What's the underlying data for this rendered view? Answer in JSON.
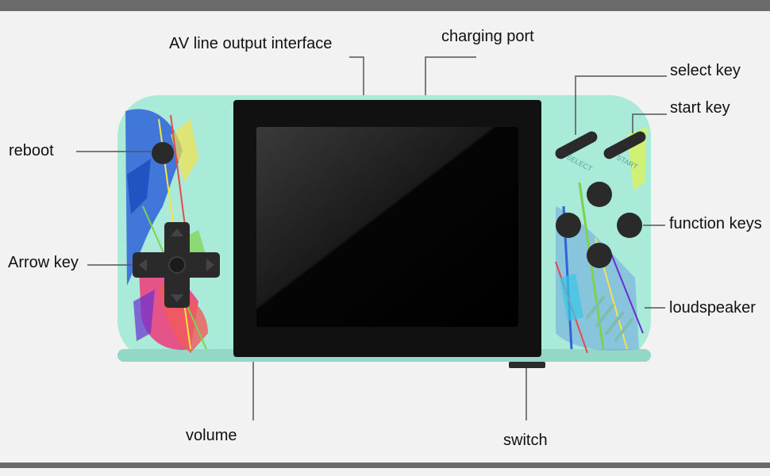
{
  "labels": {
    "av_line": "AV line output interface",
    "charging_port": "charging port",
    "select_key": "select key",
    "start_key": "start key",
    "reboot": "reboot",
    "arrow_key": "Arrow key",
    "function_keys": "function keys",
    "loudspeaker": "loudspeaker",
    "volume": "volume",
    "switch": "switch"
  },
  "device": {
    "select_print": "SELECT",
    "start_print": "START"
  },
  "colors": {
    "body": "#a9ead9",
    "screen_bezel": "#111111",
    "buttons": "#2a2a2a",
    "frame_bars": "#6b6b6b",
    "background": "#f2f2f2"
  }
}
